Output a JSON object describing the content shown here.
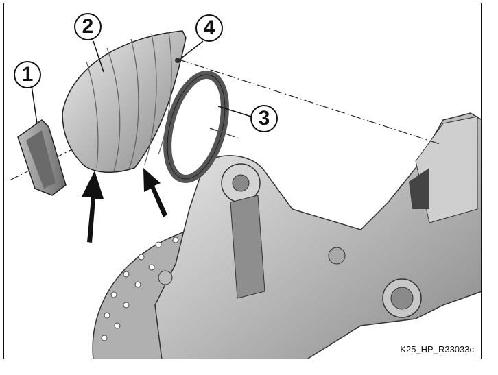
{
  "figure": {
    "caption": "K25_HP_R33033c",
    "callouts": [
      "1",
      "2",
      "3",
      "4"
    ],
    "colors": {
      "border": "#111111",
      "part_light": "#d8d8d8",
      "part_mid": "#a6a6a6",
      "part_dark": "#5a5a5a"
    }
  }
}
